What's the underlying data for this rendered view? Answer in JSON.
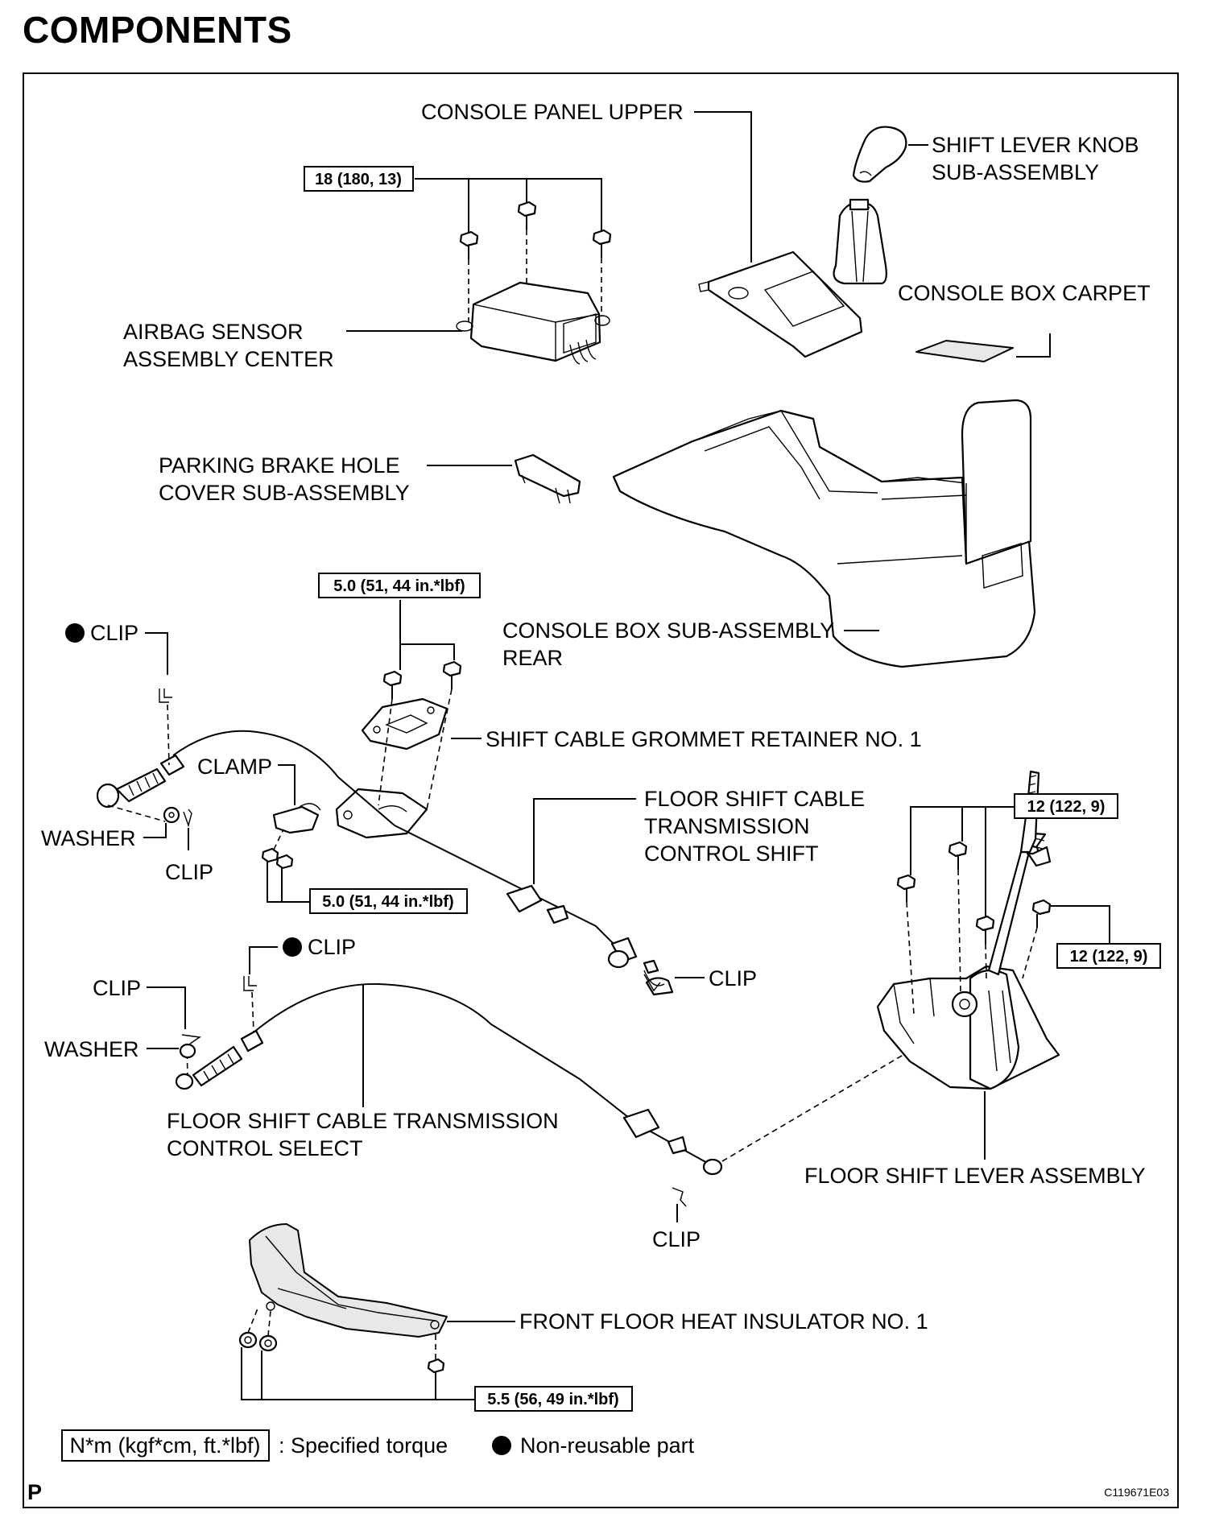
{
  "title": "COMPONENTS",
  "labels": {
    "console_panel_upper": "CONSOLE PANEL UPPER",
    "shift_knob_1": "SHIFT LEVER KNOB",
    "shift_knob_2": "SUB-ASSEMBLY",
    "console_box_carpet": "CONSOLE BOX CARPET",
    "airbag_1": "AIRBAG SENSOR",
    "airbag_2": "ASSEMBLY CENTER",
    "parking_1": "PARKING BRAKE HOLE",
    "parking_2": "COVER SUB-ASSEMBLY",
    "console_rear_1": "CONSOLE BOX SUB-ASSEMBLY",
    "console_rear_2": "REAR",
    "clip_nr_1": "CLIP",
    "clamp": "CLAMP",
    "grommet": "SHIFT CABLE GROMMET RETAINER NO. 1",
    "washer_1": "WASHER",
    "clip_2": "CLIP",
    "shift_cable_1": "FLOOR SHIFT CABLE",
    "shift_cable_2": "TRANSMISSION",
    "shift_cable_3": "CONTROL SHIFT",
    "clip_nr_3": "CLIP",
    "clip_4": "CLIP",
    "clip_5": "CLIP",
    "washer_2": "WASHER",
    "select_cable_1": "FLOOR SHIFT CABLE TRANSMISSION",
    "select_cable_2": "CONTROL SELECT",
    "floor_lever": "FLOOR SHIFT LEVER ASSEMBLY",
    "clip_6": "CLIP",
    "heat_insulator": "FRONT FLOOR HEAT INSULATOR NO. 1"
  },
  "torques": {
    "airbag": "18 (180, 13)",
    "grommet": "5.0 (51, 44 in.*lbf)",
    "clamp": "5.0 (51, 44 in.*lbf)",
    "lever_upper": "12 (122, 9)",
    "lever_side": "12 (122, 9)",
    "insulator": "5.5 (56, 49 in.*lbf)"
  },
  "legend": {
    "torque_box": "N*m (kgf*cm, ft.*lbf)",
    "torque_text": ": Specified torque",
    "nonreusable_text": "Non-reusable part"
  },
  "footer": {
    "left_mark": "P",
    "code": "C119671E03"
  }
}
